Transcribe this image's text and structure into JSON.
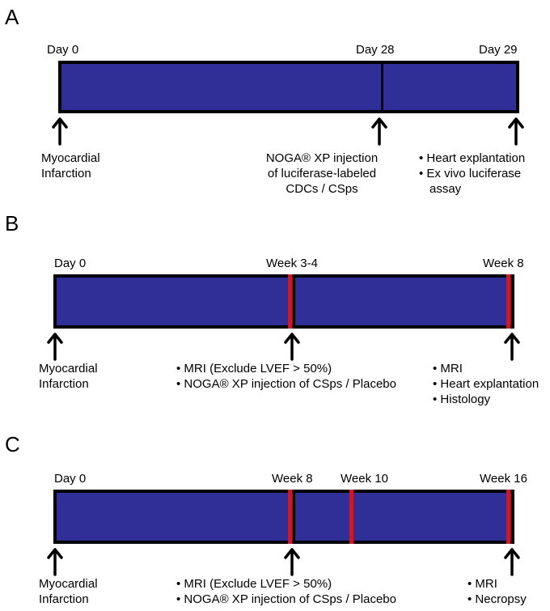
{
  "panels": {
    "a": {
      "label": "A",
      "ticks": [
        "Day 0",
        "Day 28",
        "Day 29"
      ],
      "cap_left": [
        "Myocardial",
        "Infarction"
      ],
      "cap_mid": [
        "NOGA® XP injection",
        "of luciferase-labeled",
        "CDCs / CSps"
      ],
      "cap_right": [
        "• Heart explantation",
        "• Ex vivo luciferase",
        "assay"
      ]
    },
    "b": {
      "label": "B",
      "ticks": [
        "Day 0",
        "Week 3-4",
        "Week 8"
      ],
      "cap_left": [
        "Myocardial",
        "Infarction"
      ],
      "cap_mid": [
        "• MRI (Exclude LVEF > 50%)",
        "• NOGA® XP injection of CSps / Placebo"
      ],
      "cap_right": [
        "• MRI",
        "• Heart explantation",
        "• Histology"
      ]
    },
    "c": {
      "label": "C",
      "ticks": [
        "Day 0",
        "Week 8",
        "Week 10",
        "Week 16"
      ],
      "cap_left": [
        "Myocardial",
        "Infarction"
      ],
      "cap_mid": [
        "• MRI (Exclude LVEF > 50%)",
        "• NOGA® XP injection of CSps / Placebo"
      ],
      "cap_right": [
        "• MRI",
        "• Necropsy"
      ]
    }
  },
  "colors": {
    "bar": "#2f2f97",
    "marker": "#c8192d",
    "outline": "#000000"
  }
}
